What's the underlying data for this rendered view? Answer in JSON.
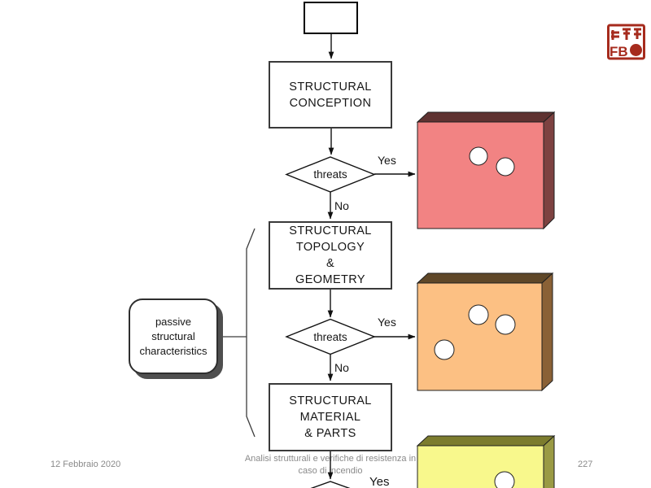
{
  "slide": {
    "footer": {
      "date": "12 Febbraio 2020",
      "course_title": "Analisi strutturali e verifiche di resistenza in\ncaso di incendio",
      "page_number": "227"
    },
    "logo": {
      "text": "FB"
    }
  },
  "flowchart": {
    "start_label": "",
    "step_conception": "STRUCTURAL\nCONCEPTION",
    "decision1": {
      "label": "threats",
      "yes": "Yes",
      "no": "No"
    },
    "step_topology": "STRUCTURAL\nTOPOLOGY\n&\nGEOMETRY",
    "decision2": {
      "label": "threats",
      "yes": "Yes",
      "no": "No"
    },
    "step_material": "STRUCTURAL\nMATERIAL\n& PARTS",
    "decision3": {
      "yes": "Yes"
    },
    "annotation": "passive\nstructural\ncharacteristics"
  },
  "colors": {
    "red_front": "#f28383",
    "red_top": "#5f3231",
    "red_side": "#7d4241",
    "orange_front": "#fcc083",
    "orange_top": "#5f4728",
    "orange_side": "#8a6136",
    "yellow_front": "#f8f88c",
    "yellow_top": "#7c7c2e",
    "yellow_side": "#9a9a44",
    "hole_fill": "#ffffff",
    "seal": "#a62b1d",
    "footer_text": "#8a8a8a"
  }
}
